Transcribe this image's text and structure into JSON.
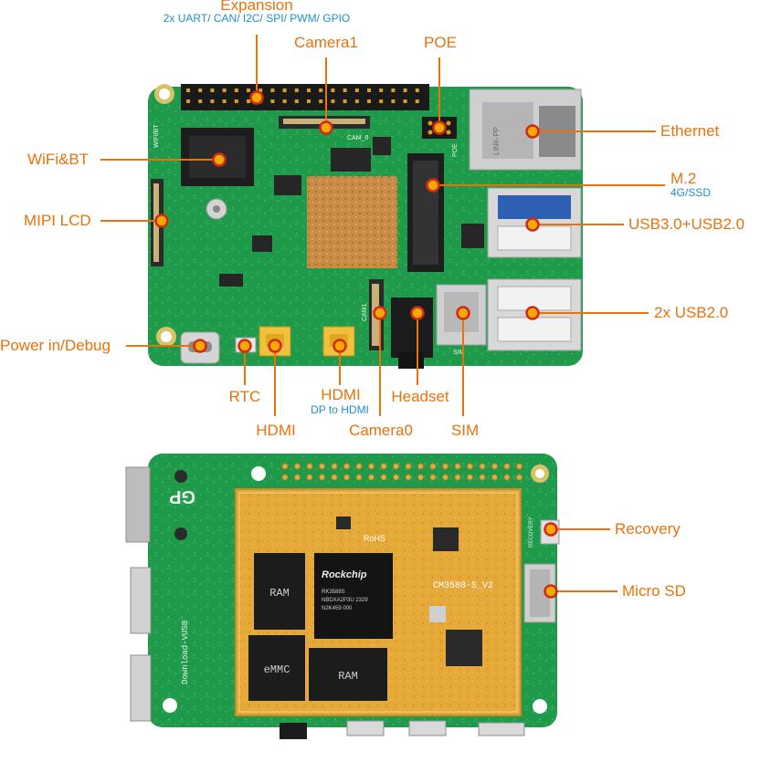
{
  "colors": {
    "accent": "#e8720c",
    "sub_text": "#1f8fc9",
    "marker": "#f5a800",
    "pcb_green": "#1f9a4b",
    "pcb_yellow": "#e5a93a",
    "chip_dark": "#1b1b1b",
    "metal": "#c8c8c8"
  },
  "top_labels": {
    "expansion": {
      "title": "Expansion",
      "sub": "2x UART/ CAN/ I2C/ SPI/ PWM/ GPIO"
    },
    "camera1": "Camera1",
    "poe": "POE",
    "ethernet": "Ethernet",
    "wifi_bt": "WiFi&BT",
    "m2": {
      "title": "M.2",
      "sub": "4G/SSD"
    },
    "mipi_lcd": "MIPI LCD",
    "usb3_usb2": "USB3.0+USB2.0",
    "usb2x": "2x USB2.0",
    "power_debug": "Power in/Debug",
    "rtc": "RTC",
    "hdmi_out": "HDMI",
    "hdmi_in": {
      "title": "HDMI",
      "sub": "DP to HDMI"
    },
    "headset": "Headset",
    "camera0": "Camera0",
    "sim": "SIM"
  },
  "bottom_labels": {
    "recovery": "Recovery",
    "micro_sd": "Micro SD"
  },
  "board_print": {
    "top": {
      "cam0": "CAM_0",
      "cam1": "CAM1",
      "poe": "POE",
      "wifi_bt": "WIFI/BT",
      "sim": "SIM",
      "eth_brand": "LINK-PP"
    },
    "bottom": {
      "gp": "GP",
      "ram1": "RAM",
      "ram2": "RAM",
      "emmc": "eMMC",
      "rockchip": "Rockchip",
      "soc_line1": "RK3588S",
      "soc_line2": "NBDXA2P3U 2329",
      "soc_line3": "N2K459 000",
      "rohs": "RoHS",
      "module": "CM3588-S_V2",
      "recovery": "RECOVERY",
      "download": "Download-VUSB"
    }
  }
}
